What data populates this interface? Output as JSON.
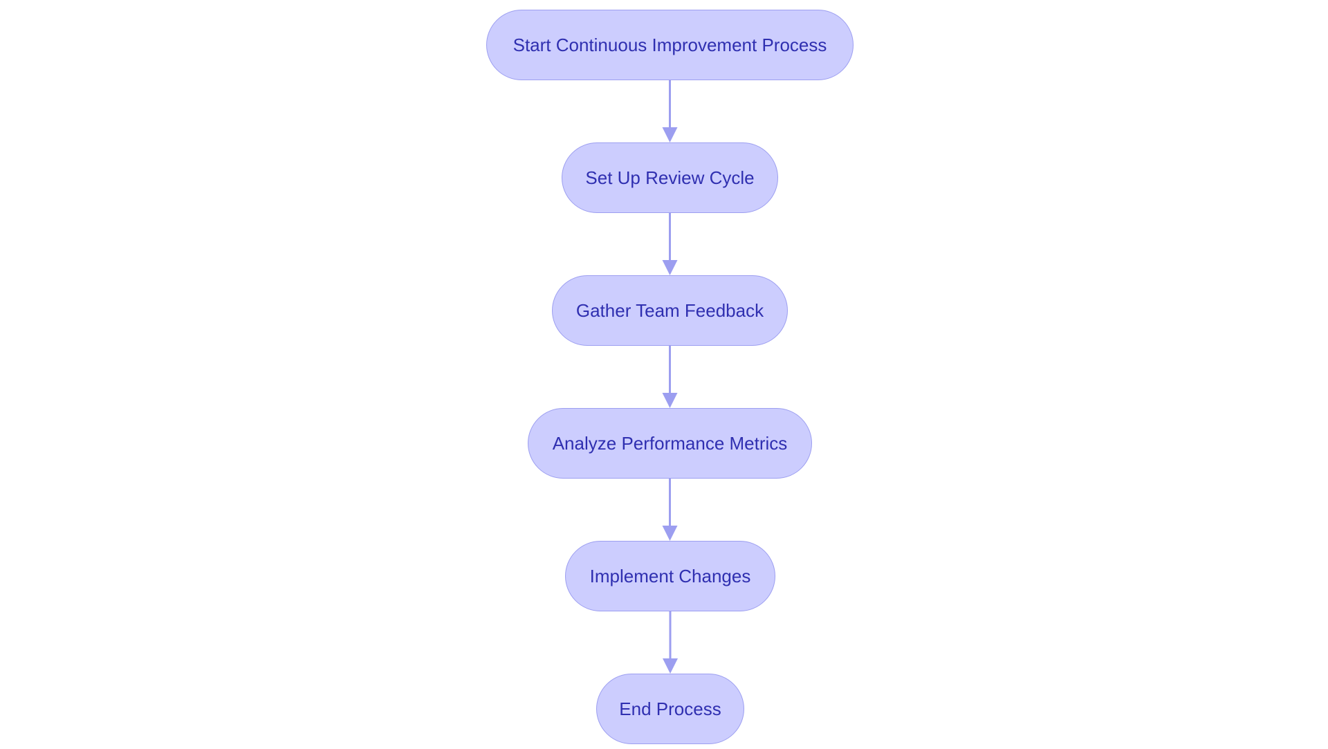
{
  "diagram": {
    "type": "flowchart",
    "direction": "top-to-bottom",
    "colors": {
      "node_fill": "#cccdfe",
      "node_border": "#9c9ef0",
      "node_text": "#2f2fb0",
      "edge": "#9c9ef0",
      "background": "#ffffff"
    },
    "nodes": [
      {
        "id": "start",
        "label": "Start Continuous Improvement Process"
      },
      {
        "id": "review",
        "label": "Set Up Review Cycle"
      },
      {
        "id": "feedback",
        "label": "Gather Team Feedback"
      },
      {
        "id": "analyze",
        "label": "Analyze Performance Metrics"
      },
      {
        "id": "implement",
        "label": "Implement Changes"
      },
      {
        "id": "end",
        "label": "End Process"
      }
    ],
    "edges": [
      {
        "from": "start",
        "to": "review"
      },
      {
        "from": "review",
        "to": "feedback"
      },
      {
        "from": "feedback",
        "to": "analyze"
      },
      {
        "from": "analyze",
        "to": "implement"
      },
      {
        "from": "implement",
        "to": "end"
      }
    ]
  }
}
